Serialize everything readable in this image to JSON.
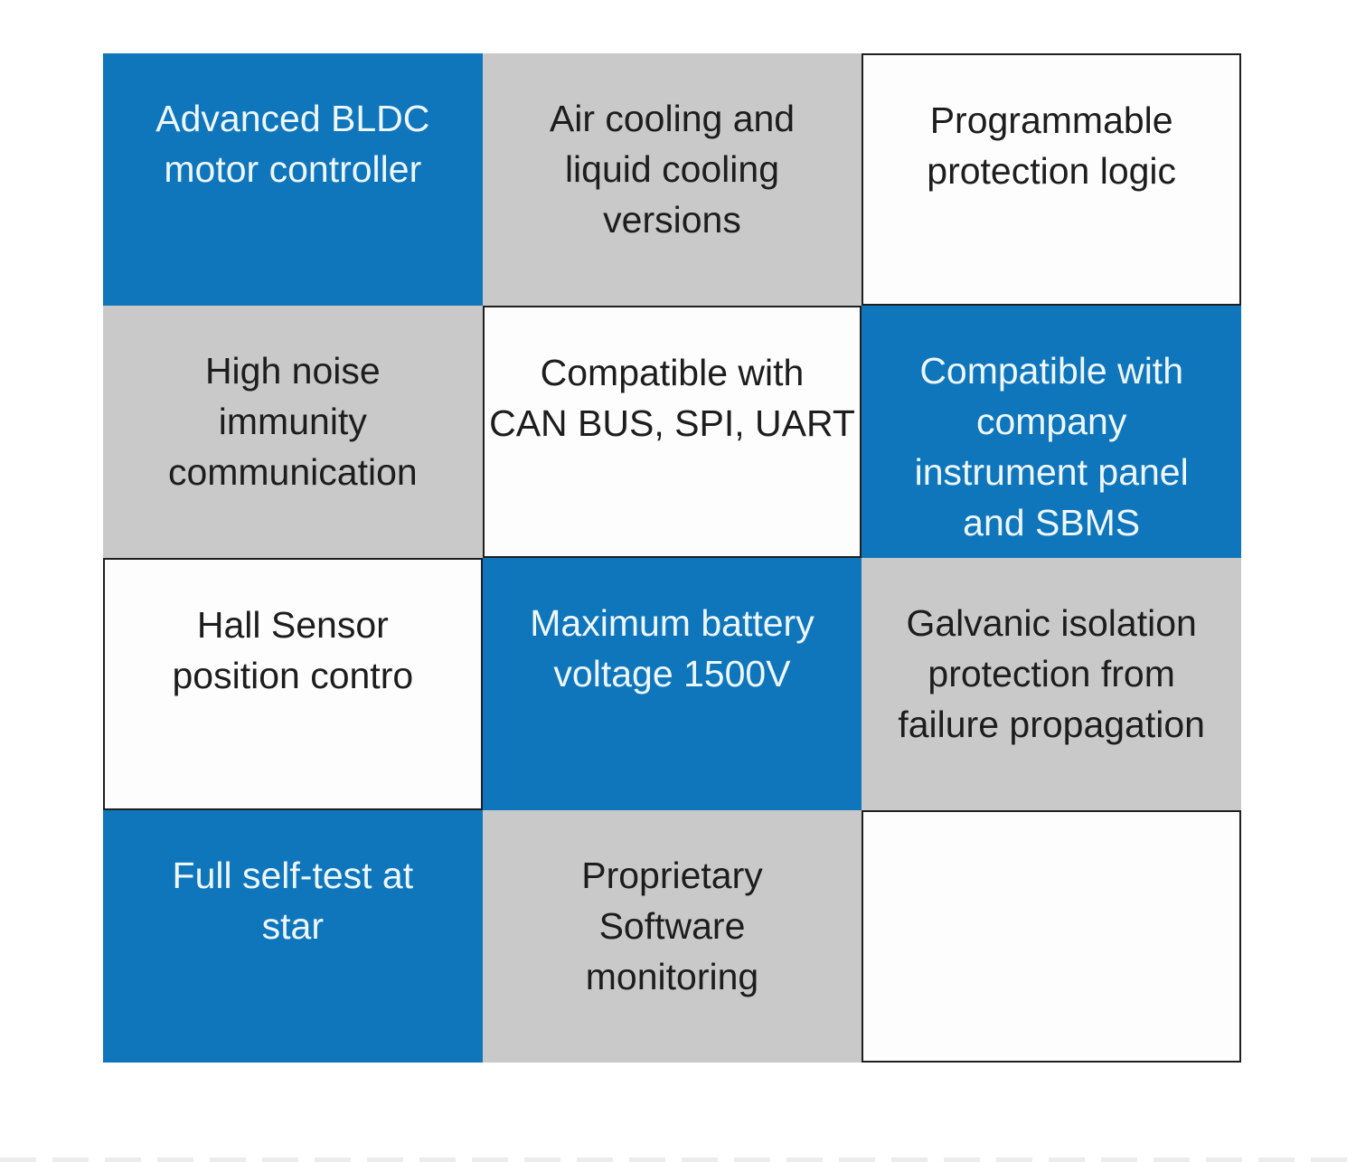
{
  "palette": {
    "cell_blue": "#0f76bc",
    "cell_gray": "#c9c9c9",
    "cell_white": "#fdfdfd",
    "white_cell_border": "#1f1f1f",
    "text_dark": "#1d1d1d",
    "text_light": "#eef7fd"
  },
  "grid": {
    "rows": 4,
    "cols": 3,
    "cells": [
      {
        "variant": "blue",
        "text": "Advanced BLDC\nmotor controller"
      },
      {
        "variant": "gray",
        "text": "Air cooling and\nliquid cooling\nversions"
      },
      {
        "variant": "white",
        "text": "Programmable\nprotection logic"
      },
      {
        "variant": "gray",
        "text": "High noise\nimmunity\ncommunication"
      },
      {
        "variant": "white",
        "text": "Compatible with\nCAN BUS, SPI, UART"
      },
      {
        "variant": "blue",
        "text": "Compatible with\ncompany\ninstrument panel\nand SBMS"
      },
      {
        "variant": "white",
        "text": "Hall Sensor\nposition contro"
      },
      {
        "variant": "blue",
        "text": "Maximum battery\nvoltage 1500V"
      },
      {
        "variant": "gray",
        "text": "Galvanic isolation\nprotection from\nfailure propagation"
      },
      {
        "variant": "blue",
        "text": "Full self-test at\nstar"
      },
      {
        "variant": "gray",
        "text": "Proprietary\nSoftware\nmonitoring"
      },
      {
        "variant": "white",
        "text": ""
      }
    ]
  }
}
